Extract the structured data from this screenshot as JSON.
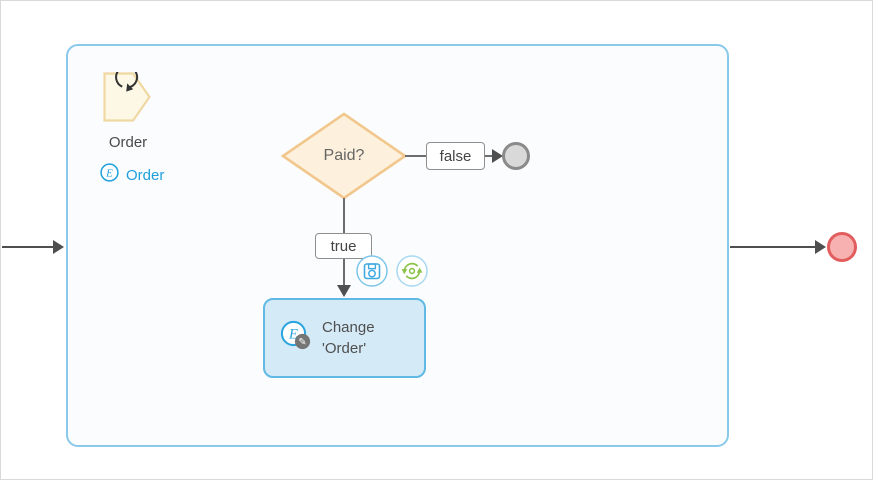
{
  "canvas": {
    "background": "#ffffff",
    "border_color": "#d9d9d9"
  },
  "subprocess": {
    "artifact": {
      "icon": "process-loop-icon",
      "label": "Order"
    },
    "expression_link": {
      "icon": "feel-e-icon",
      "letter": "E",
      "label": "Order"
    },
    "gateway": {
      "label": "Paid?"
    },
    "flows": {
      "false_label": "false",
      "true_label": "true"
    },
    "overlay_buttons": {
      "save": "save-icon",
      "refresh": "refresh-icon"
    },
    "task": {
      "icon": "feel-e-edit-icon",
      "letter": "E",
      "pencil_glyph": "✎",
      "line1": "Change",
      "line2": "'Order'"
    }
  },
  "colors": {
    "container_border": "#89c9e9",
    "container_fill": "#fafcfe",
    "artifact_fill": "#fdf8e6",
    "artifact_border": "#f0d8a2",
    "gateway_fill": "#fdf1dd",
    "gateway_border": "#f2c78e",
    "task_fill": "#d5eaf7",
    "task_border": "#5fb9e4",
    "accent_blue": "#1f9fdc",
    "flow_gray": "#6d6d6d",
    "arrow_gray": "#4f4f4f",
    "end_gray_fill": "#d9d9d9",
    "end_gray_border": "#8a8a8a",
    "end_red_fill": "#f8b1b1",
    "end_red_border": "#e25d5d",
    "refresh_green": "#8bc34a",
    "badge_gray": "#757575"
  }
}
